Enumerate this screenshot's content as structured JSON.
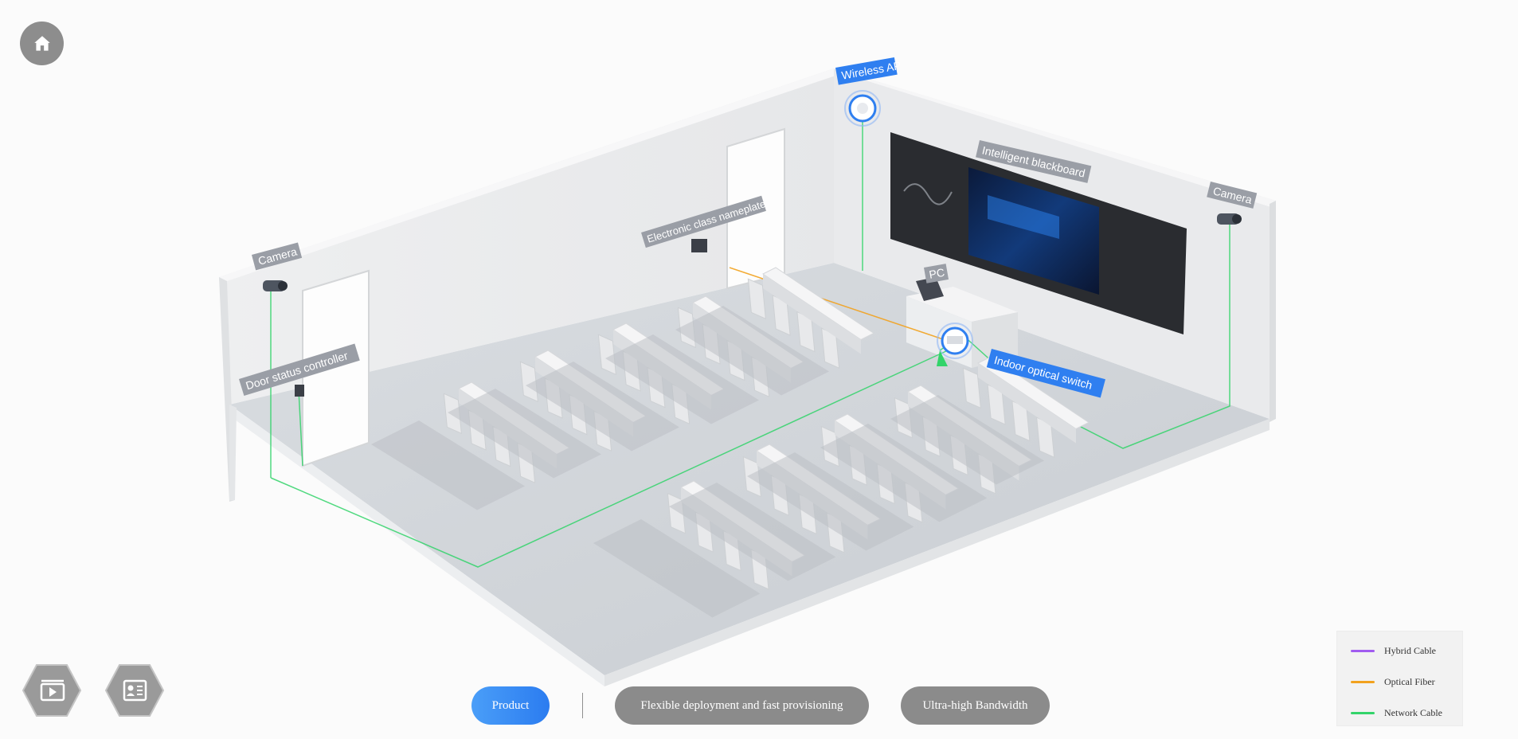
{
  "scene": {
    "labels": {
      "wireless_ap": "Wireless AP",
      "intelligent_blackboard": "Intelligent blackboard",
      "camera_right": "Camera",
      "camera_left": "Camera",
      "electronic_nameplate": "Electronic class nameplate",
      "pc": "PC",
      "door_controller": "Door status controller",
      "indoor_switch": "Indoor optical switch"
    },
    "colors": {
      "label_gray": "#9a9ea6",
      "label_blue": "#2f7ff0",
      "network_cable": "#33d46a",
      "optical_fiber": "#f2a21e",
      "hybrid_cable": "#a15cf0"
    }
  },
  "controls": {
    "home_icon": "home-icon",
    "video_icon": "video-play-icon",
    "contact_icon": "contact-card-icon"
  },
  "nav": {
    "product": "Product",
    "flexible": "Flexible deployment and fast provisioning",
    "bandwidth": "Ultra-high Bandwidth"
  },
  "legend": {
    "items": [
      {
        "label": "Hybrid Cable",
        "color": "#a15cf0"
      },
      {
        "label": "Optical Fiber",
        "color": "#f2a21e"
      },
      {
        "label": "Network Cable",
        "color": "#33d46a"
      }
    ]
  }
}
